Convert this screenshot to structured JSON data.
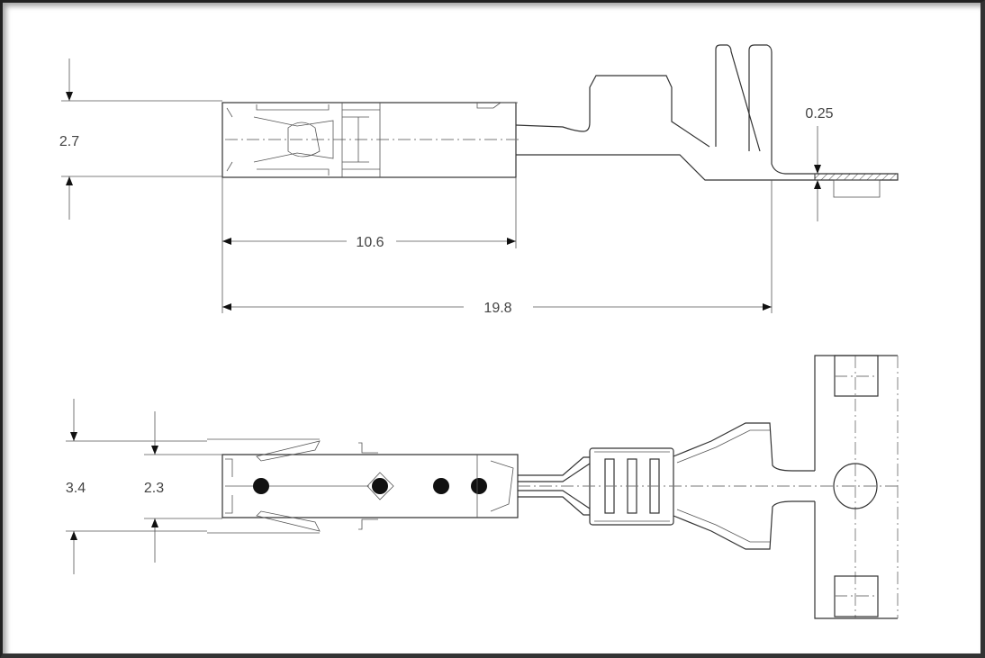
{
  "drawing": {
    "top_view": {
      "dimensions": {
        "height": "2.7",
        "contact_length": "10.6",
        "total_length": "19.8",
        "thickness": "0.25"
      }
    },
    "bottom_view": {
      "dimensions": {
        "outer_width": "3.4",
        "inner_width": "2.3"
      }
    }
  }
}
